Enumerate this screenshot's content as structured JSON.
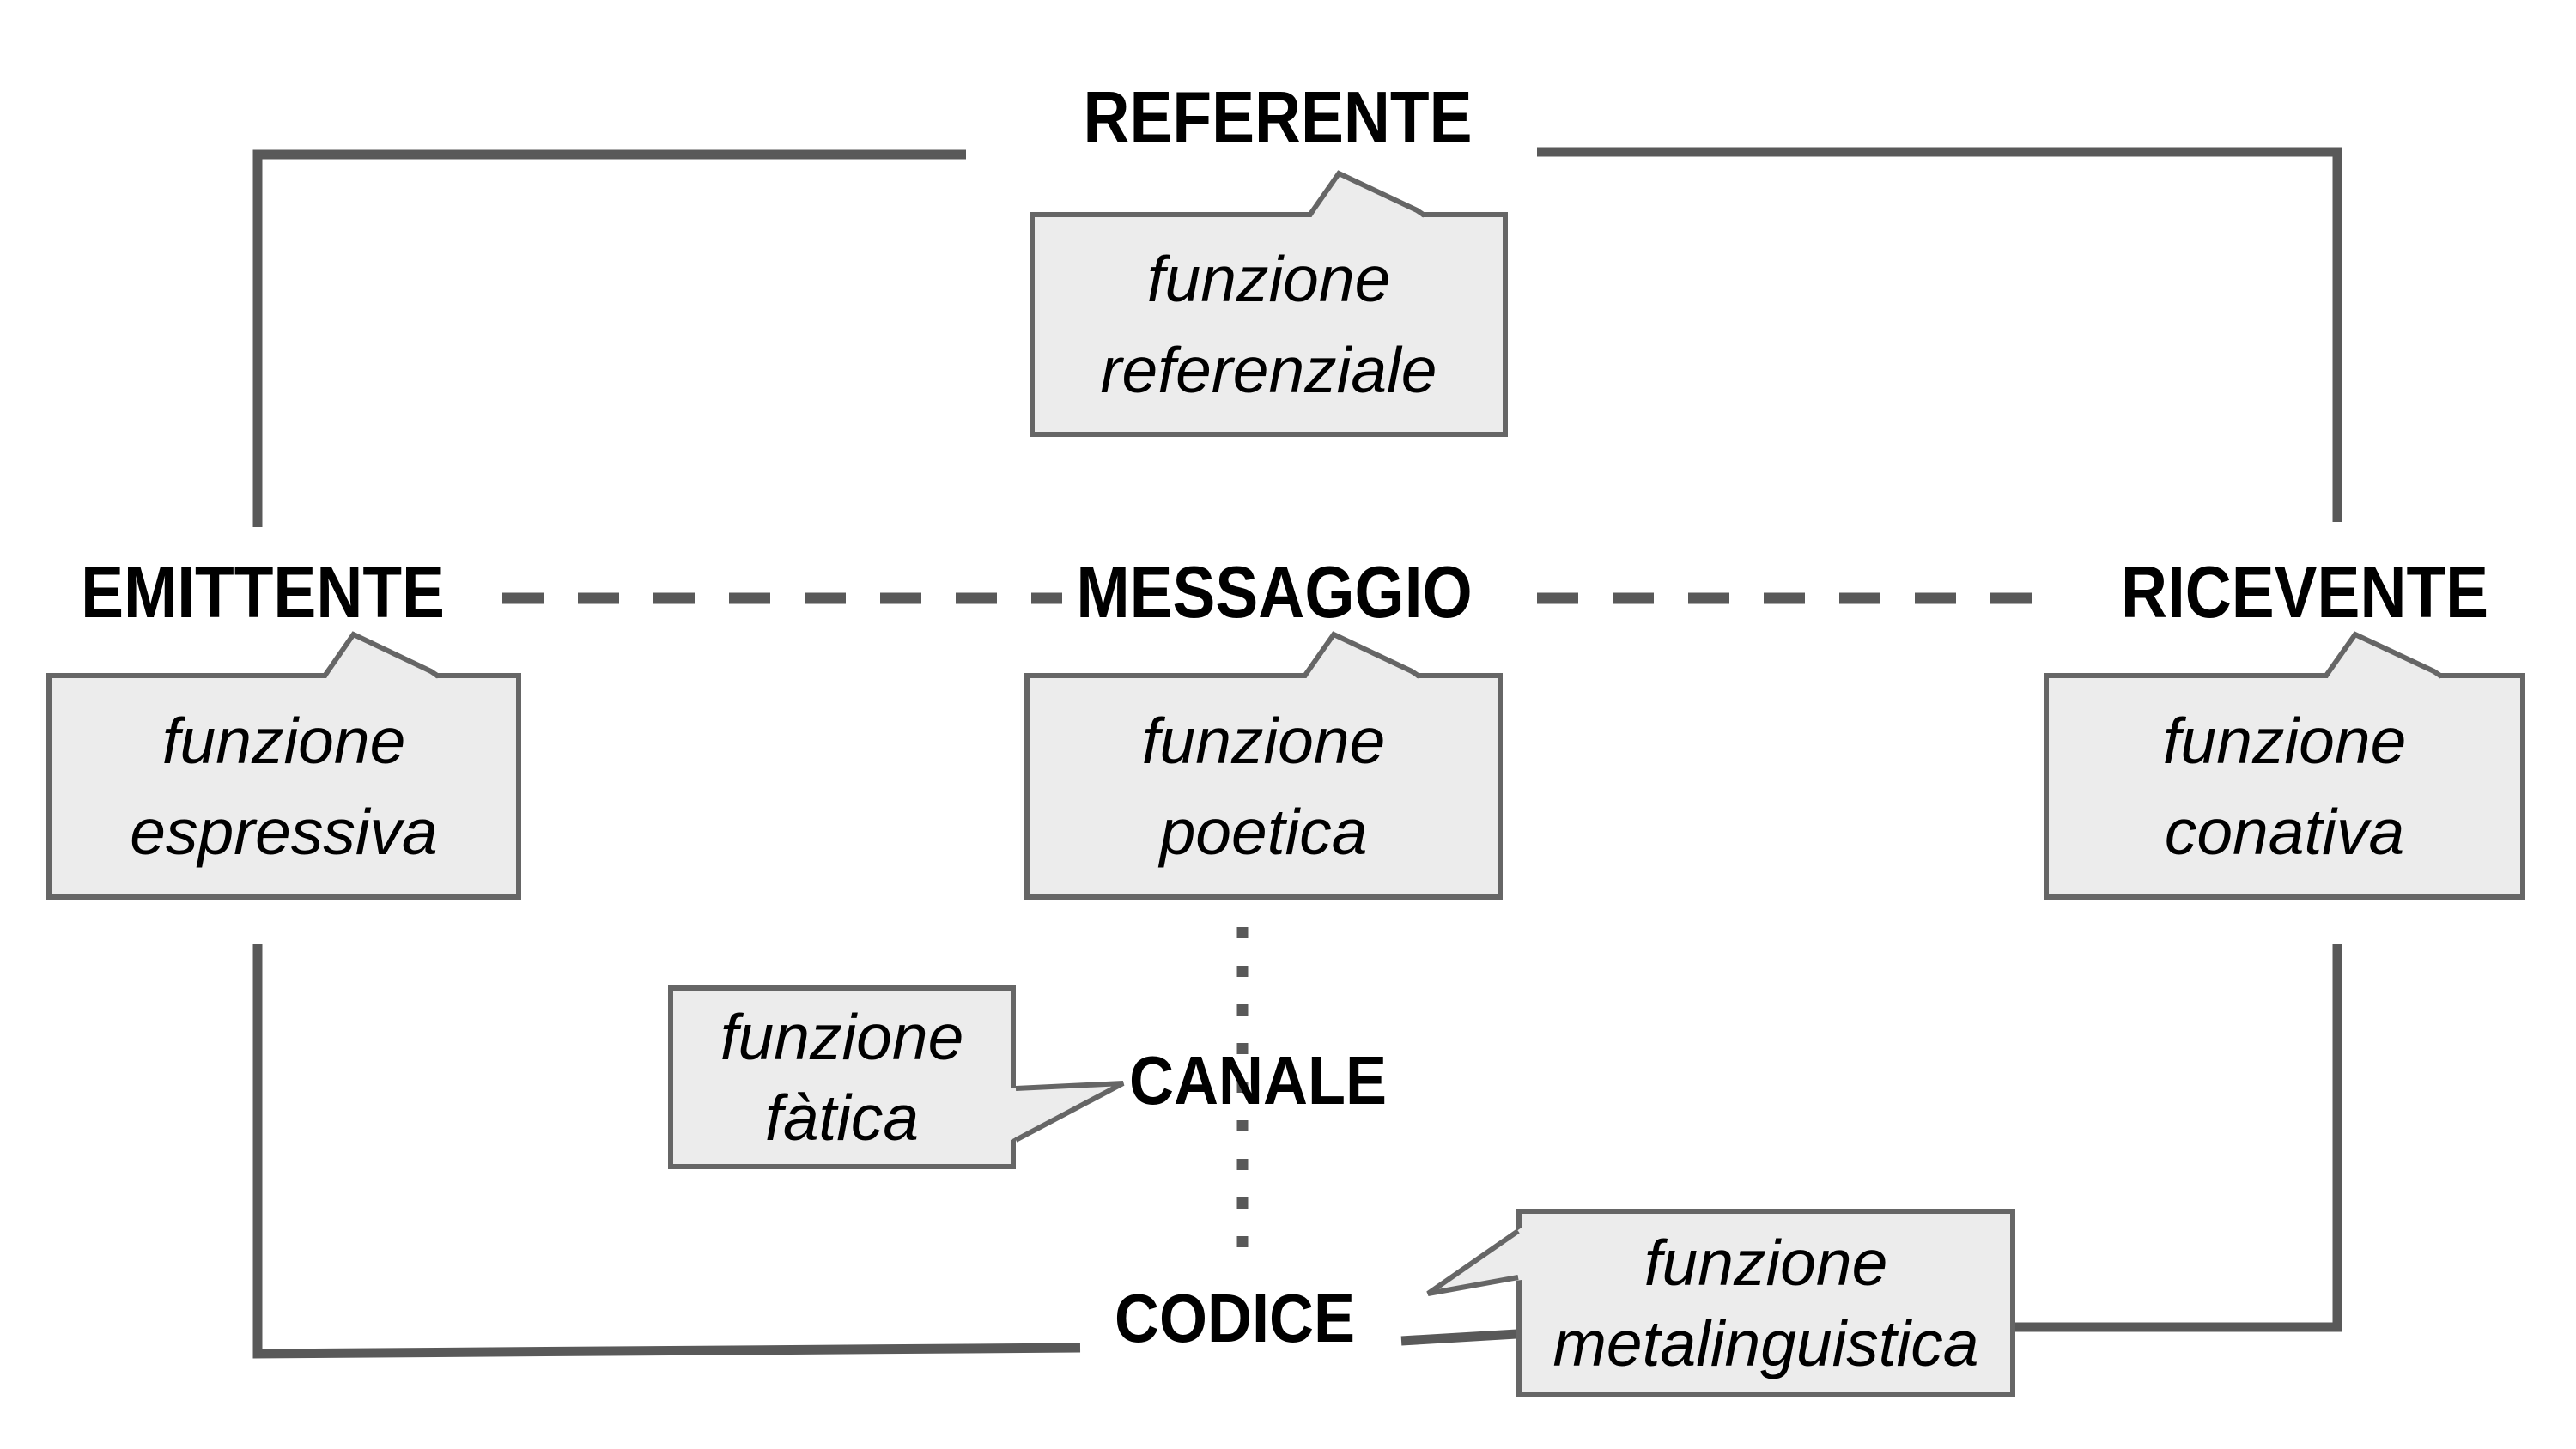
{
  "diagram": {
    "nodes": {
      "referente": {
        "label": "REFERENTE"
      },
      "emittente": {
        "label": "EMITTENTE"
      },
      "messaggio": {
        "label": "MESSAGGIO"
      },
      "ricevente": {
        "label": "RICEVENTE"
      },
      "canale": {
        "label": "CANALE"
      },
      "codice": {
        "label": "CODICE"
      }
    },
    "callouts": {
      "referenziale": {
        "line1": "funzione",
        "line2": "referenziale"
      },
      "espressiva": {
        "line1": "funzione",
        "line2": "espressiva"
      },
      "poetica": {
        "line1": "funzione",
        "line2": "poetica"
      },
      "conativa": {
        "line1": "funzione",
        "line2": "conativa"
      },
      "fatica": {
        "line1": "funzione",
        "line2": "fàtica"
      },
      "metalinguistica": {
        "line1": "funzione",
        "line2": "metalinguistica"
      }
    },
    "colors": {
      "line": "#595959",
      "callout_fill": "#ececec",
      "callout_border": "#666666",
      "text": "#000000",
      "background": "#ffffff"
    }
  }
}
